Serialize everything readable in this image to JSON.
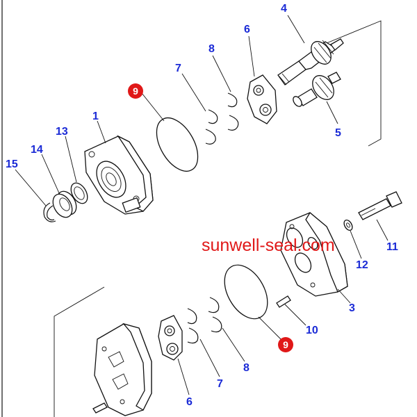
{
  "callouts": {
    "c1": "1",
    "c3": "3",
    "c4": "4",
    "c5": "5",
    "c6_top": "6",
    "c6_bottom": "6",
    "c7_top": "7",
    "c7_bottom": "7",
    "c8_top": "8",
    "c8_bottom": "8",
    "c9_top": "9",
    "c9_bottom": "9",
    "c10": "10",
    "c11": "11",
    "c12": "12",
    "c13": "13",
    "c14": "14",
    "c15": "15"
  },
  "watermark": "sunwell-seal.com",
  "colors": {
    "callout_text": "#1a2ad6",
    "highlight_badge": "#e01818",
    "watermark": "#e01818",
    "line": "#111111"
  }
}
